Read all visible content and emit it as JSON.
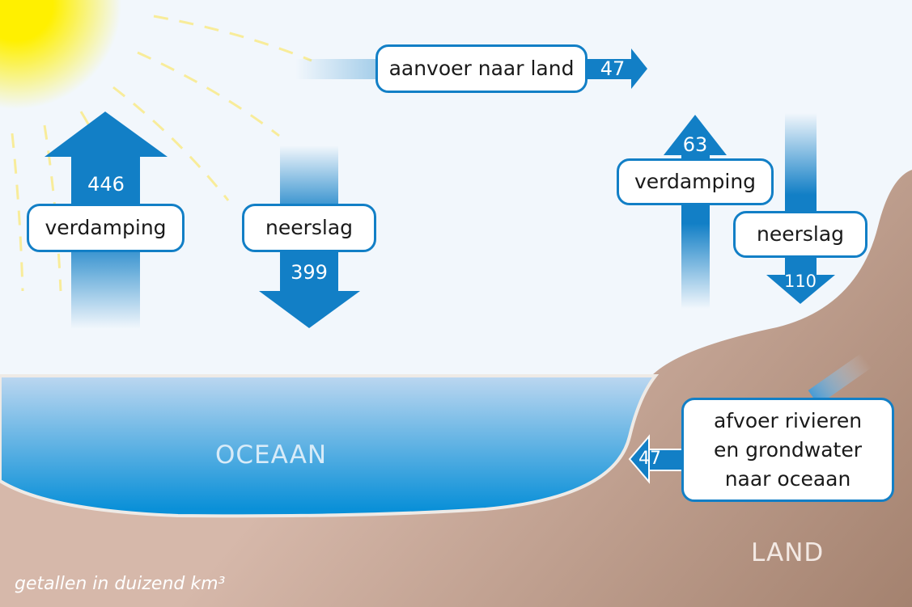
{
  "labels": {
    "ocean_evaporation": "verdamping",
    "ocean_evaporation_value": "446",
    "ocean_precipitation": "neerslag",
    "ocean_precipitation_value": "399",
    "transport_to_land": "aanvoer naar land",
    "transport_to_land_value": "47",
    "land_evaporation": "verdamping",
    "land_evaporation_value": "63",
    "land_precipitation": "neerslag",
    "land_precipitation_value": "110",
    "runoff": "afvoer rivieren en grondwater naar oceaan",
    "runoff_value": "47",
    "ocean": "OCEAAN",
    "land": "LAND",
    "units_note": "getallen in duizend km³"
  },
  "colors": {
    "arrow": "#127fc6",
    "sky": "#f2f7fc",
    "land": "#d4b4a6",
    "ocean_deep": "#0a8fd6",
    "sun": "#fff000"
  }
}
